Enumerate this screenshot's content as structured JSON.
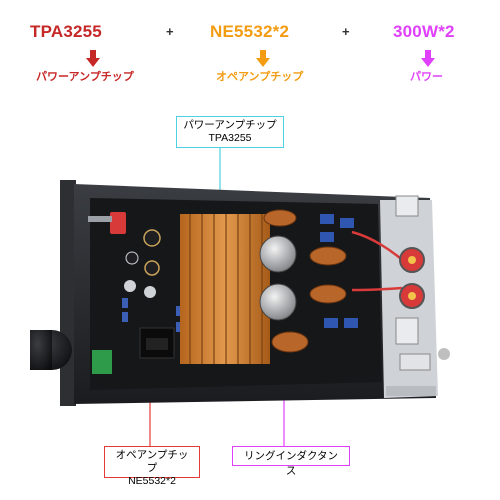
{
  "specs": [
    {
      "title": "TPA3255",
      "subtitle": "パワーアンプチップ",
      "color": "#c62828"
    },
    {
      "title": "NE5532*2",
      "subtitle": "オペアンプチップ",
      "color": "#f39c12"
    },
    {
      "title": "300W*2",
      "subtitle": "パワー",
      "color": "#e040fb"
    }
  ],
  "plus_sign": "+",
  "callouts": {
    "power_chip": {
      "line1": "パワーアンプチップ",
      "line2": "TPA3255",
      "border_color": "#4dd0e1"
    },
    "opamp_chip": {
      "line1": "オペアンプチップ",
      "line2": "NE5532*2",
      "border_color": "#e53935"
    },
    "inductor": {
      "line1": "リングインダクタンス",
      "border_color": "#e040fb"
    }
  }
}
